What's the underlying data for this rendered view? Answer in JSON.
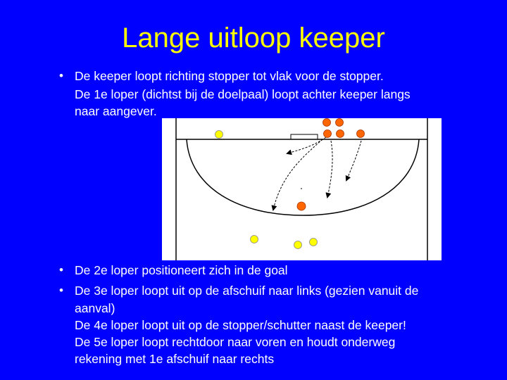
{
  "slide": {
    "title": "Lange uitloop keeper",
    "bullet_symbol": "•",
    "bullets_top": [
      {
        "lines": [
          "De keeper loopt richting stopper tot vlak voor de stopper.",
          "De 1e loper (dichtst bij de doelpaal) loopt achter keeper langs",
          "naar aangever."
        ]
      }
    ],
    "bullets_bottom": [
      {
        "lines": [
          "De 2e loper positioneert zich in de goal"
        ]
      },
      {
        "lines": [
          "De 3e loper loopt uit op de afschuif naar links (gezien vanuit de",
          "aanval)",
          "De 4e loper loopt uit op de stopper/schutter naast de keeper!",
          "De 5e loper loopt rechtdoor naar voren en houdt onderweg",
          "rekening met 1e afschuif naar rechts"
        ]
      }
    ]
  },
  "colors": {
    "background": "#0000ff",
    "title": "#ffff00",
    "text": "#ffffff",
    "court_bg": "#ffffff",
    "court_lines": "#000000",
    "attackers": "#ffff00",
    "defenders": "#ff6600"
  },
  "diagram": {
    "players": [
      {
        "team": "attack",
        "role": "attacker-left-top"
      },
      {
        "team": "defense",
        "role": "defender-top-1"
      },
      {
        "team": "defense",
        "role": "defender-top-2"
      },
      {
        "team": "defense",
        "role": "defender-row-1"
      },
      {
        "team": "defense",
        "role": "defender-row-2"
      },
      {
        "team": "defense",
        "role": "defender-row-3"
      },
      {
        "team": "defense",
        "role": "keeper"
      },
      {
        "team": "attack",
        "role": "attacker-bottom-left"
      },
      {
        "team": "attack",
        "role": "attacker-bottom-center"
      },
      {
        "team": "attack",
        "role": "attacker-bottom-right"
      }
    ],
    "run_arrows": 4
  }
}
